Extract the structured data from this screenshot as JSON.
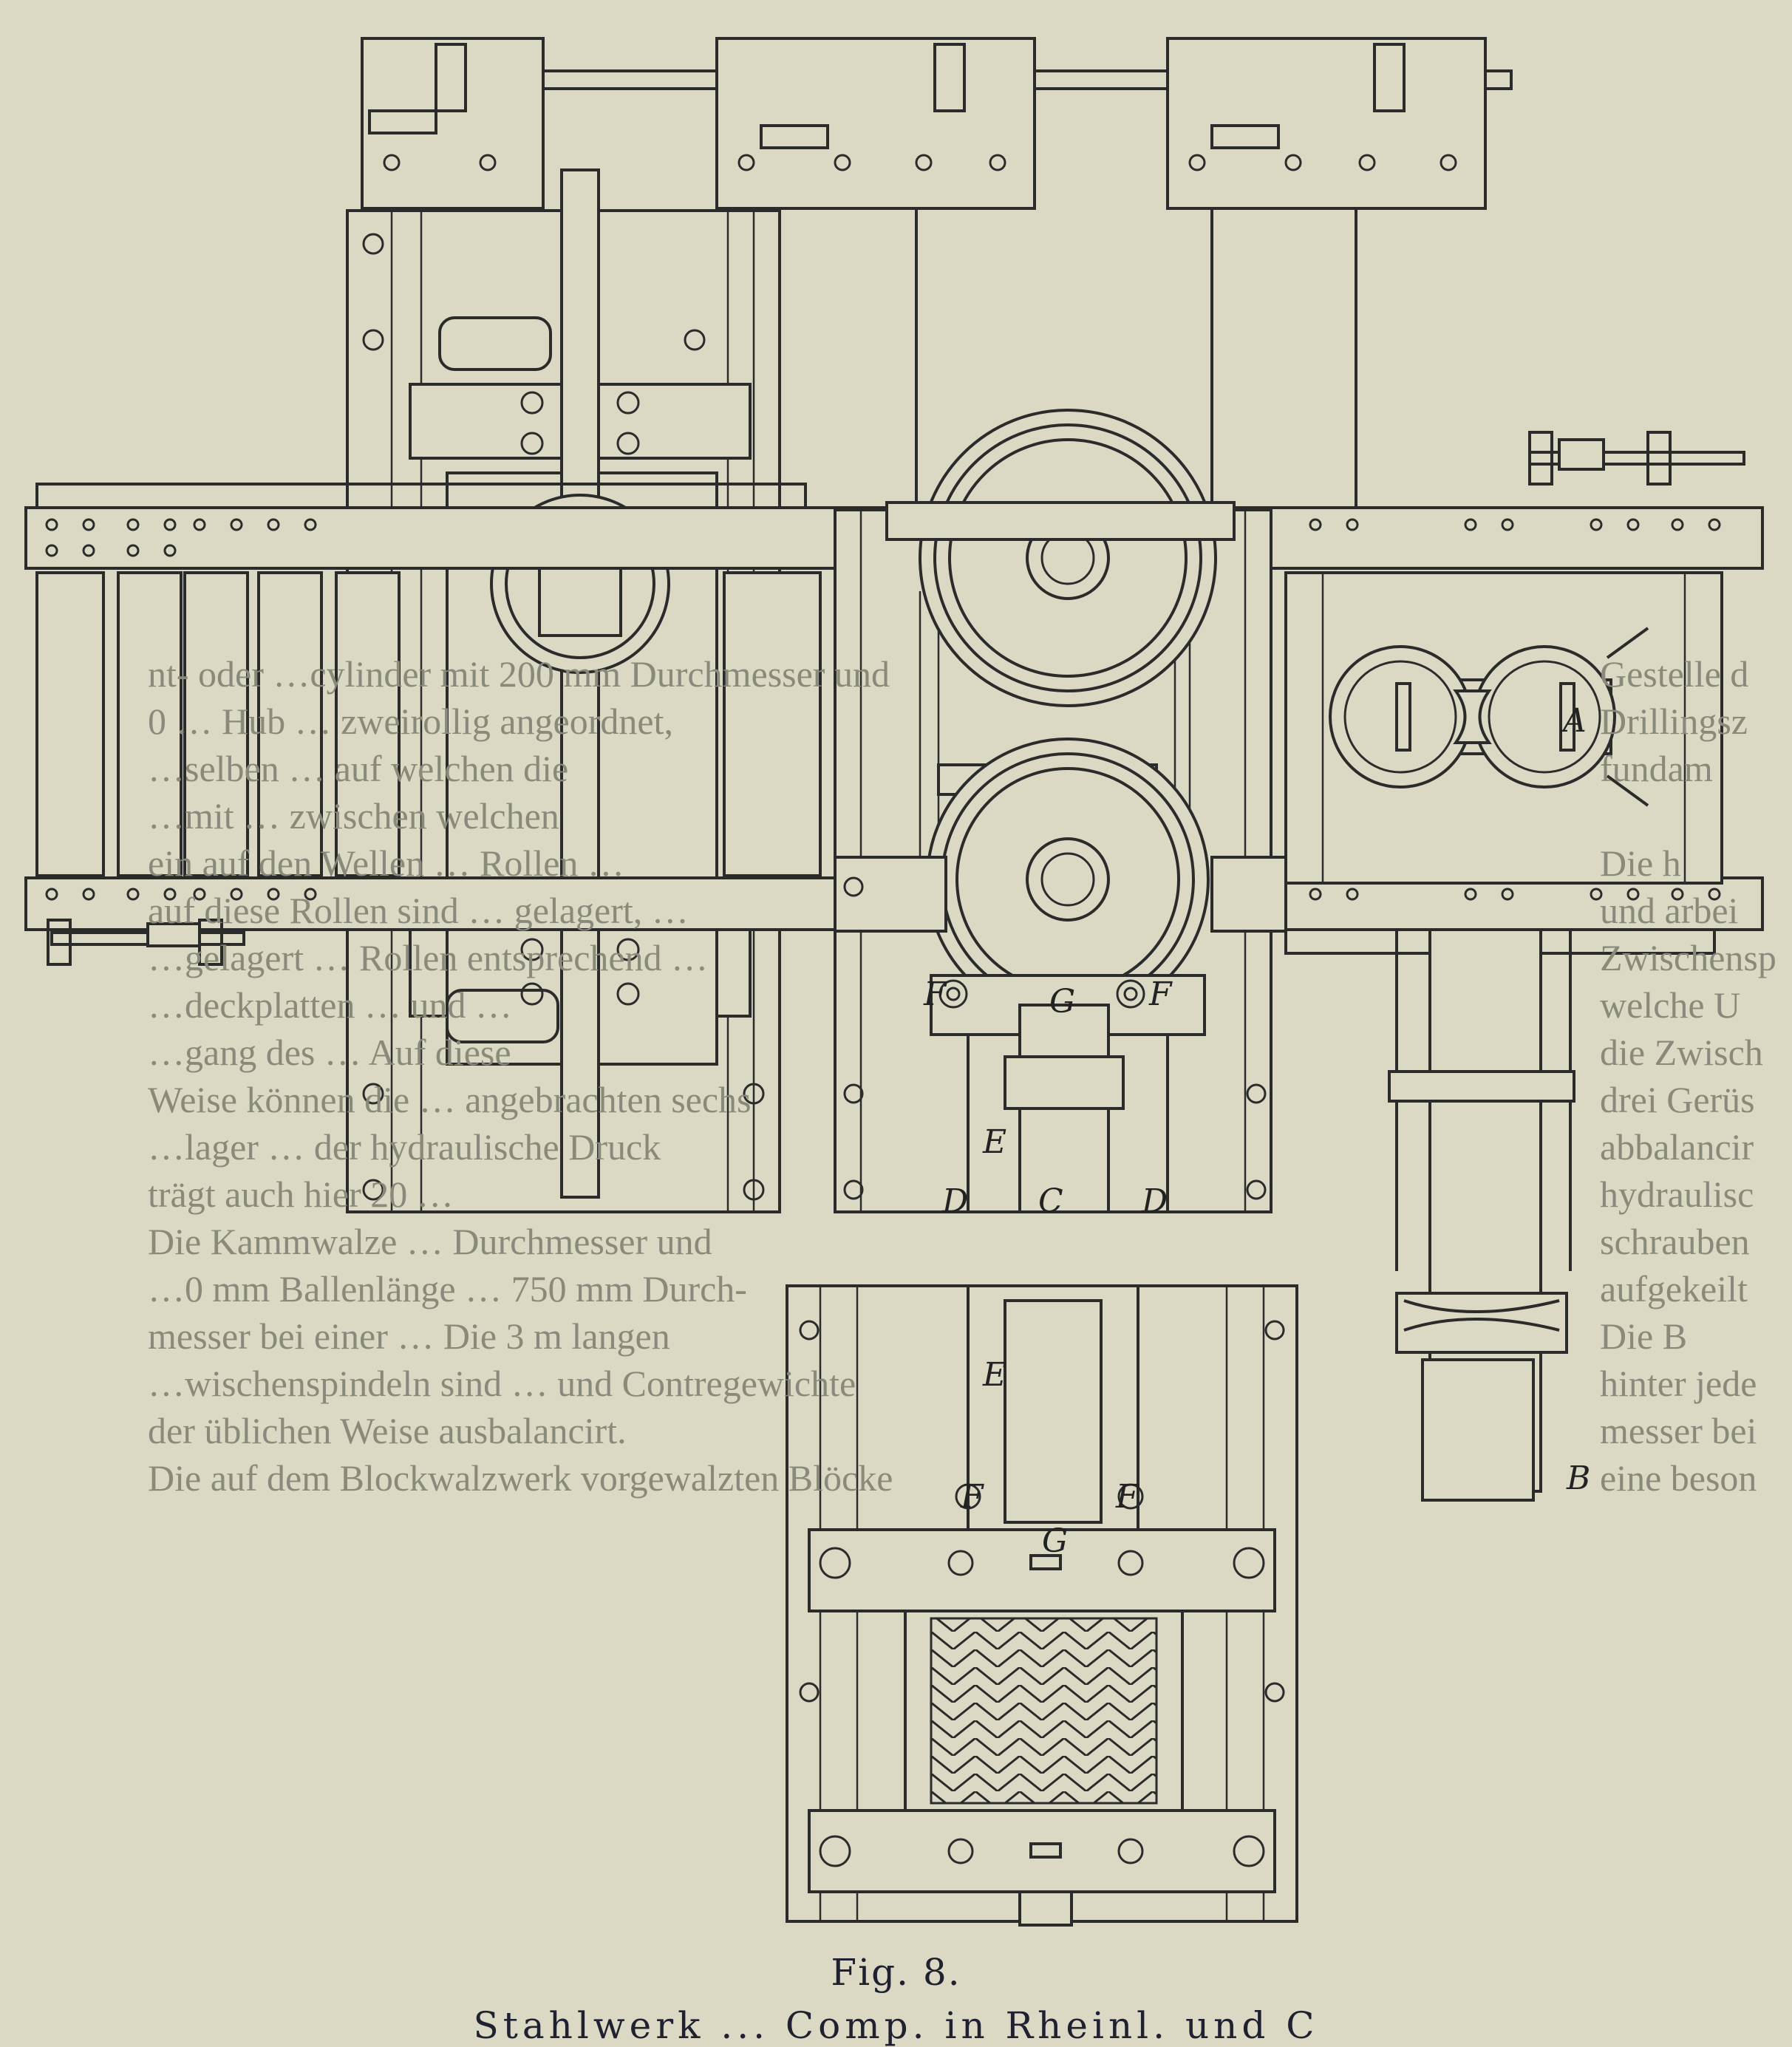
{
  "figure": {
    "number": "Fig. 8.",
    "title": "Stahlwerk ... Comp. in Rheinl. und C",
    "labels": {
      "A": "A",
      "B": "B",
      "C": "C",
      "D": "D",
      "E": "E",
      "F": "F",
      "G": "G"
    }
  },
  "bleed_through": {
    "middle_column": [
      "nt- oder …cylinder mit 200 mm Durchmesser und",
      "0 … Hub … zweirollig angeordnet,",
      "…selben … auf welchen die",
      "…mit … zwischen welchen",
      "ein auf den Wellen … Rollen …",
      "auf diese Rollen sind … gelagert, …",
      "…gelagert … Rollen entsprechend …",
      "…deckplatten … und …",
      "…gang des … Auf diese",
      "Weise können die … angebrachten sechs",
      "…lager … der hydraulische Druck",
      "trägt auch hier 20 …",
      "Die Kammwalze … Durchmesser und",
      "…0 mm Ballenlänge … 750 mm Durch-",
      "messer bei einer … Die 3 m langen",
      "…wischenspindeln sind … und Contregewichte",
      "der üblichen Weise ausbalancirt.",
      "Die auf dem Blockwalzwerk vorgewalzten Blöcke"
    ],
    "right_column": [
      "Gestelle d",
      "Drillingsz",
      "fundam",
      "",
      "Die h",
      "und arbei",
      "Zwischensp",
      "welche U",
      "die Zwisch",
      "drei Gerüs",
      "abbalancir",
      "hydraulisc",
      "schrauben",
      "aufgekeilt",
      "Die B",
      "hinter jede",
      "messer bei",
      "eine beson"
    ]
  }
}
